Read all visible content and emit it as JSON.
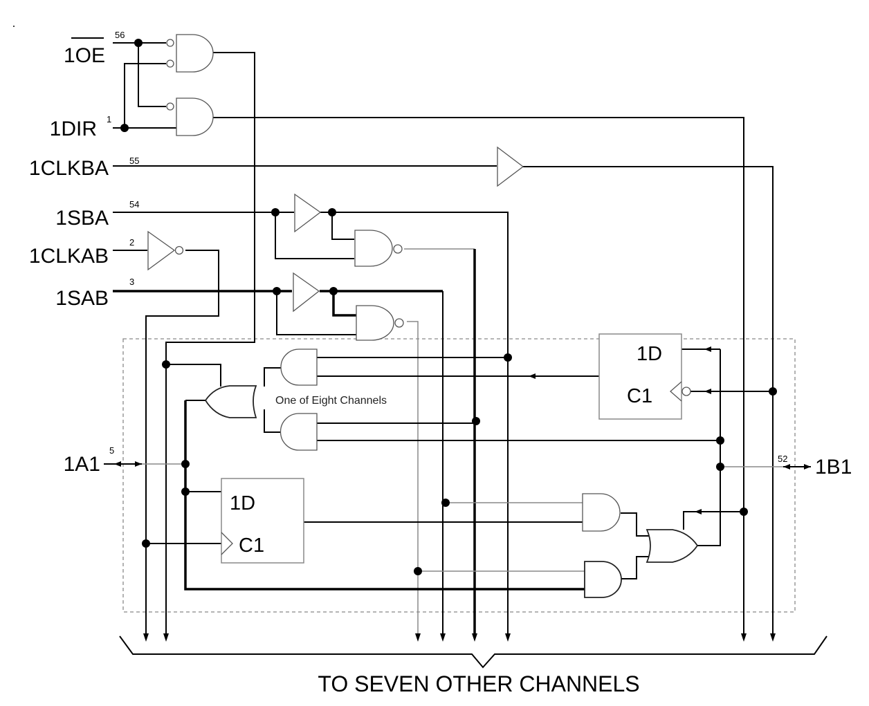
{
  "diagram": {
    "title": "Logic diagram (positive logic) — one of eight channels",
    "signals": {
      "oe": {
        "label": "1OE",
        "pin": "56",
        "overbar": true
      },
      "dir": {
        "label": "1DIR",
        "pin": "1"
      },
      "clkba": {
        "label": "1CLKBA",
        "pin": "55"
      },
      "sba": {
        "label": "1SBA",
        "pin": "54"
      },
      "clkab": {
        "label": "1CLKAB",
        "pin": "2"
      },
      "sab": {
        "label": "1SAB",
        "pin": "3"
      },
      "a1": {
        "label": "1A1",
        "pin": "5"
      },
      "b1": {
        "label": "1B1",
        "pin": "52"
      }
    },
    "flipflops": {
      "ba": {
        "d_label": "1D",
        "c_label": "C1"
      },
      "ab": {
        "d_label": "1D",
        "c_label": "C1"
      }
    },
    "channel_note": "One of Eight Channels",
    "footer": "TO SEVEN OTHER CHANNELS"
  }
}
